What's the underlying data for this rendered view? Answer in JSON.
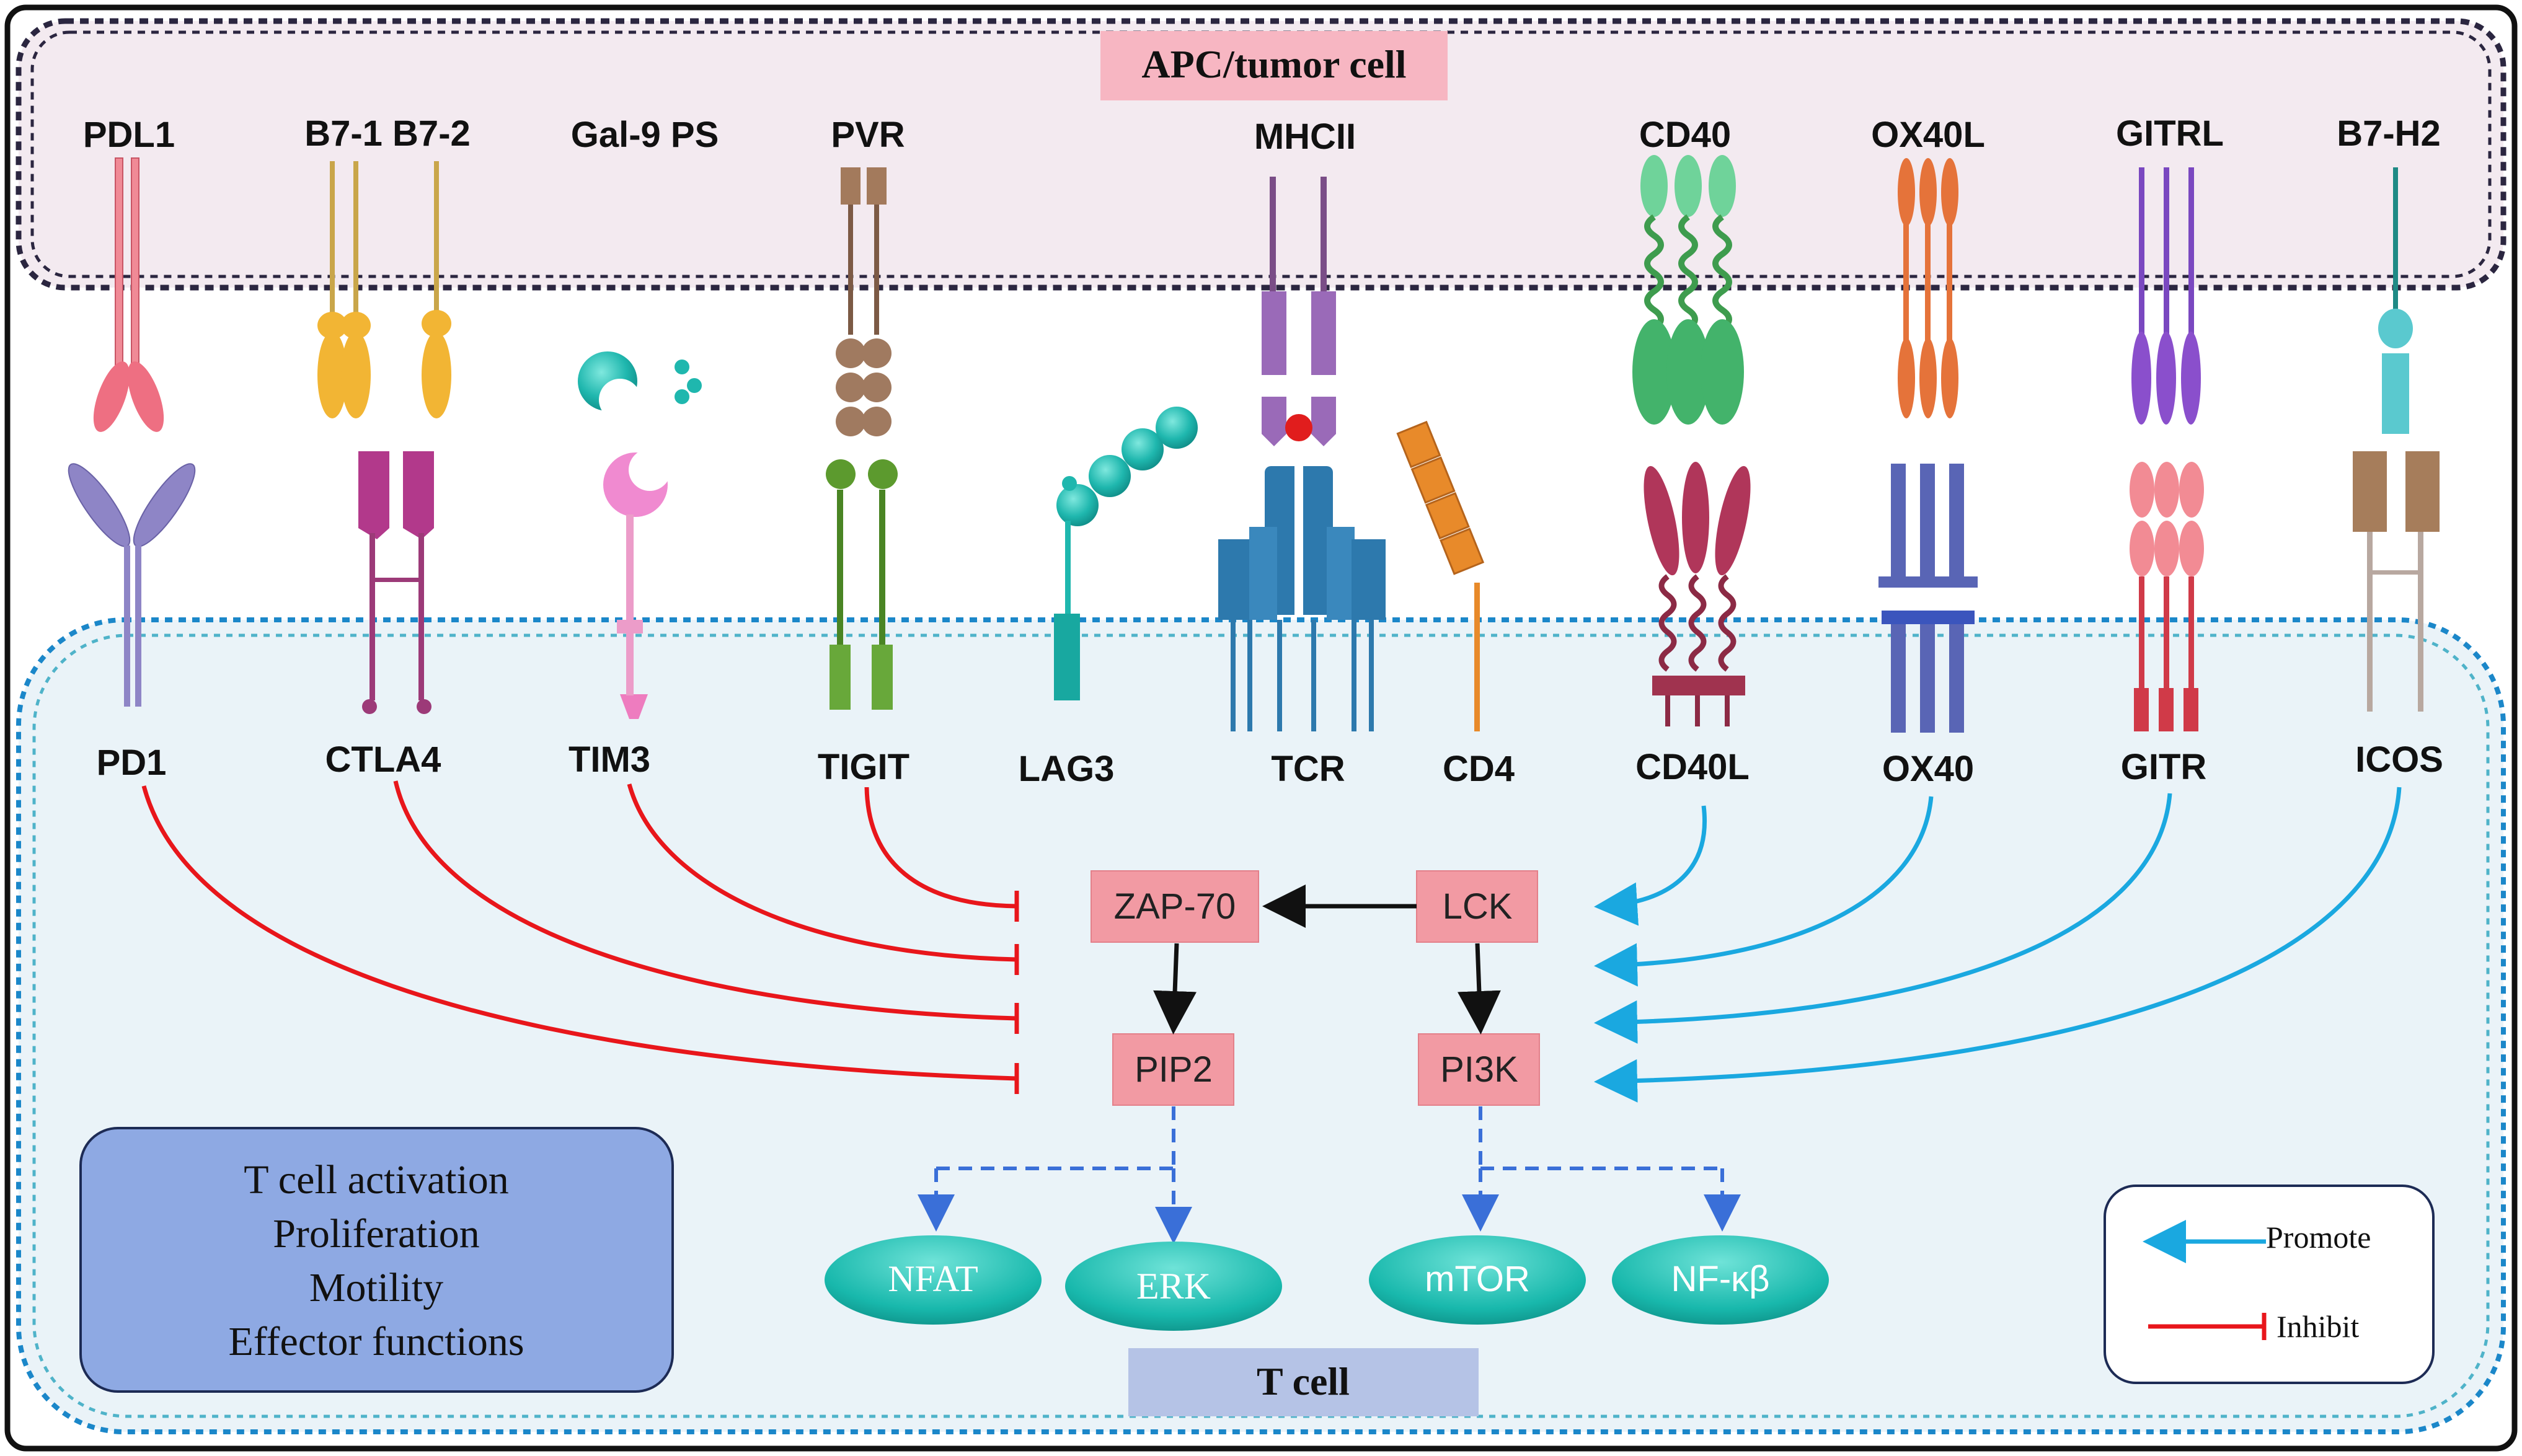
{
  "apc_label": "APC/tumor cell",
  "tcell_label": "T cell",
  "ligands": {
    "pdl1": "PDL1",
    "b7_1_b7_2": "B7-1 B7-2",
    "gal9_ps": "Gal-9 PS",
    "pvr": "PVR",
    "mhcii": "MHCII",
    "cd40": "CD40",
    "ox40l": "OX40L",
    "gitrl": "GITRL",
    "b7_h2": "B7-H2"
  },
  "receptors": {
    "pd1": "PD1",
    "ctla4": "CTLA4",
    "tim3": "TIM3",
    "tigit": "TIGIT",
    "lag3": "LAG3",
    "tcr": "TCR",
    "cd4": "CD4",
    "cd40l": "CD40L",
    "ox40": "OX40",
    "gitr": "GITR",
    "icos": "ICOS"
  },
  "signaling": {
    "zap70": "ZAP-70",
    "lck": "LCK",
    "pip2": "PIP2",
    "pi3k": "PI3K"
  },
  "effectors": {
    "nfat": "NFAT",
    "erk": "ERK",
    "mtor": "mTOR",
    "nfkb": "NF-κβ"
  },
  "outcomes": {
    "line1": "T cell activation",
    "line2": "Proliferation",
    "line3": "Motility",
    "line4": "Effector  functions"
  },
  "legend": {
    "promote": "Promote",
    "inhibit": "Inhibit"
  },
  "colors": {
    "inhibit": "#e8161b",
    "promote": "#1aa8e0",
    "node_fill": "#f29aa3",
    "effector": "#22c4b8",
    "apc_fill": "#f3eaf0",
    "tcell_fill": "#eaf3f8"
  }
}
